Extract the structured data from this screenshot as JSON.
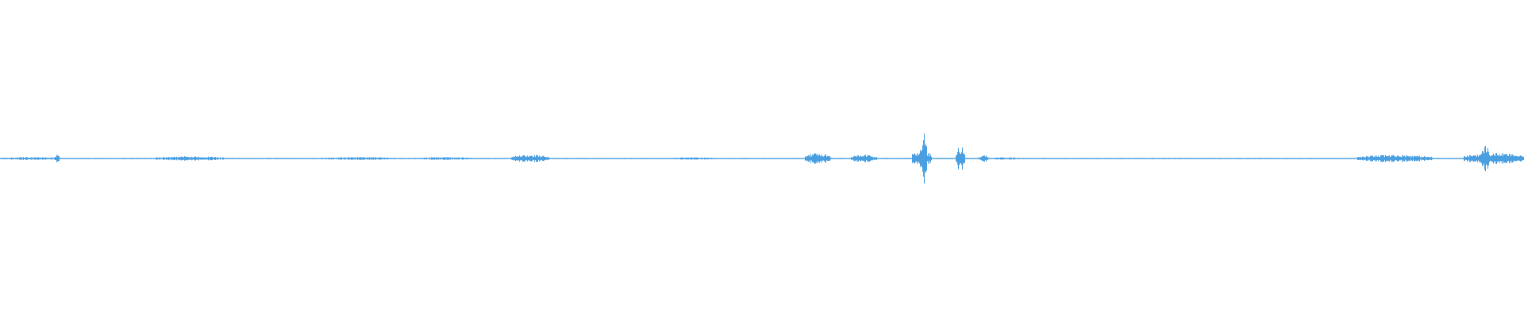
{
  "waveform": {
    "color": "#4a9fe0",
    "background": "#ffffff",
    "amplitude_max": 1.0,
    "baseline_amplitude": 0.02,
    "activity_regions": [
      {
        "start": 0.0,
        "end": 0.04,
        "amplitude": 0.05
      },
      {
        "start": 0.035,
        "end": 0.039,
        "amplitude": 0.12
      },
      {
        "start": 0.1,
        "end": 0.15,
        "amplitude": 0.07
      },
      {
        "start": 0.21,
        "end": 0.26,
        "amplitude": 0.05
      },
      {
        "start": 0.275,
        "end": 0.31,
        "amplitude": 0.05
      },
      {
        "start": 0.335,
        "end": 0.36,
        "amplitude": 0.12
      },
      {
        "start": 0.44,
        "end": 0.47,
        "amplitude": 0.04
      },
      {
        "start": 0.528,
        "end": 0.545,
        "amplitude": 0.18
      },
      {
        "start": 0.558,
        "end": 0.575,
        "amplitude": 0.12
      },
      {
        "start": 0.598,
        "end": 0.611,
        "amplitude": 0.3
      },
      {
        "start": 0.605,
        "end": 0.608,
        "amplitude": 0.95
      },
      {
        "start": 0.627,
        "end": 0.633,
        "amplitude": 0.4
      },
      {
        "start": 0.642,
        "end": 0.648,
        "amplitude": 0.12
      },
      {
        "start": 0.65,
        "end": 0.67,
        "amplitude": 0.04
      },
      {
        "start": 0.89,
        "end": 0.94,
        "amplitude": 0.12
      },
      {
        "start": 0.96,
        "end": 1.0,
        "amplitude": 0.18
      },
      {
        "start": 0.972,
        "end": 0.977,
        "amplitude": 0.45
      }
    ]
  }
}
